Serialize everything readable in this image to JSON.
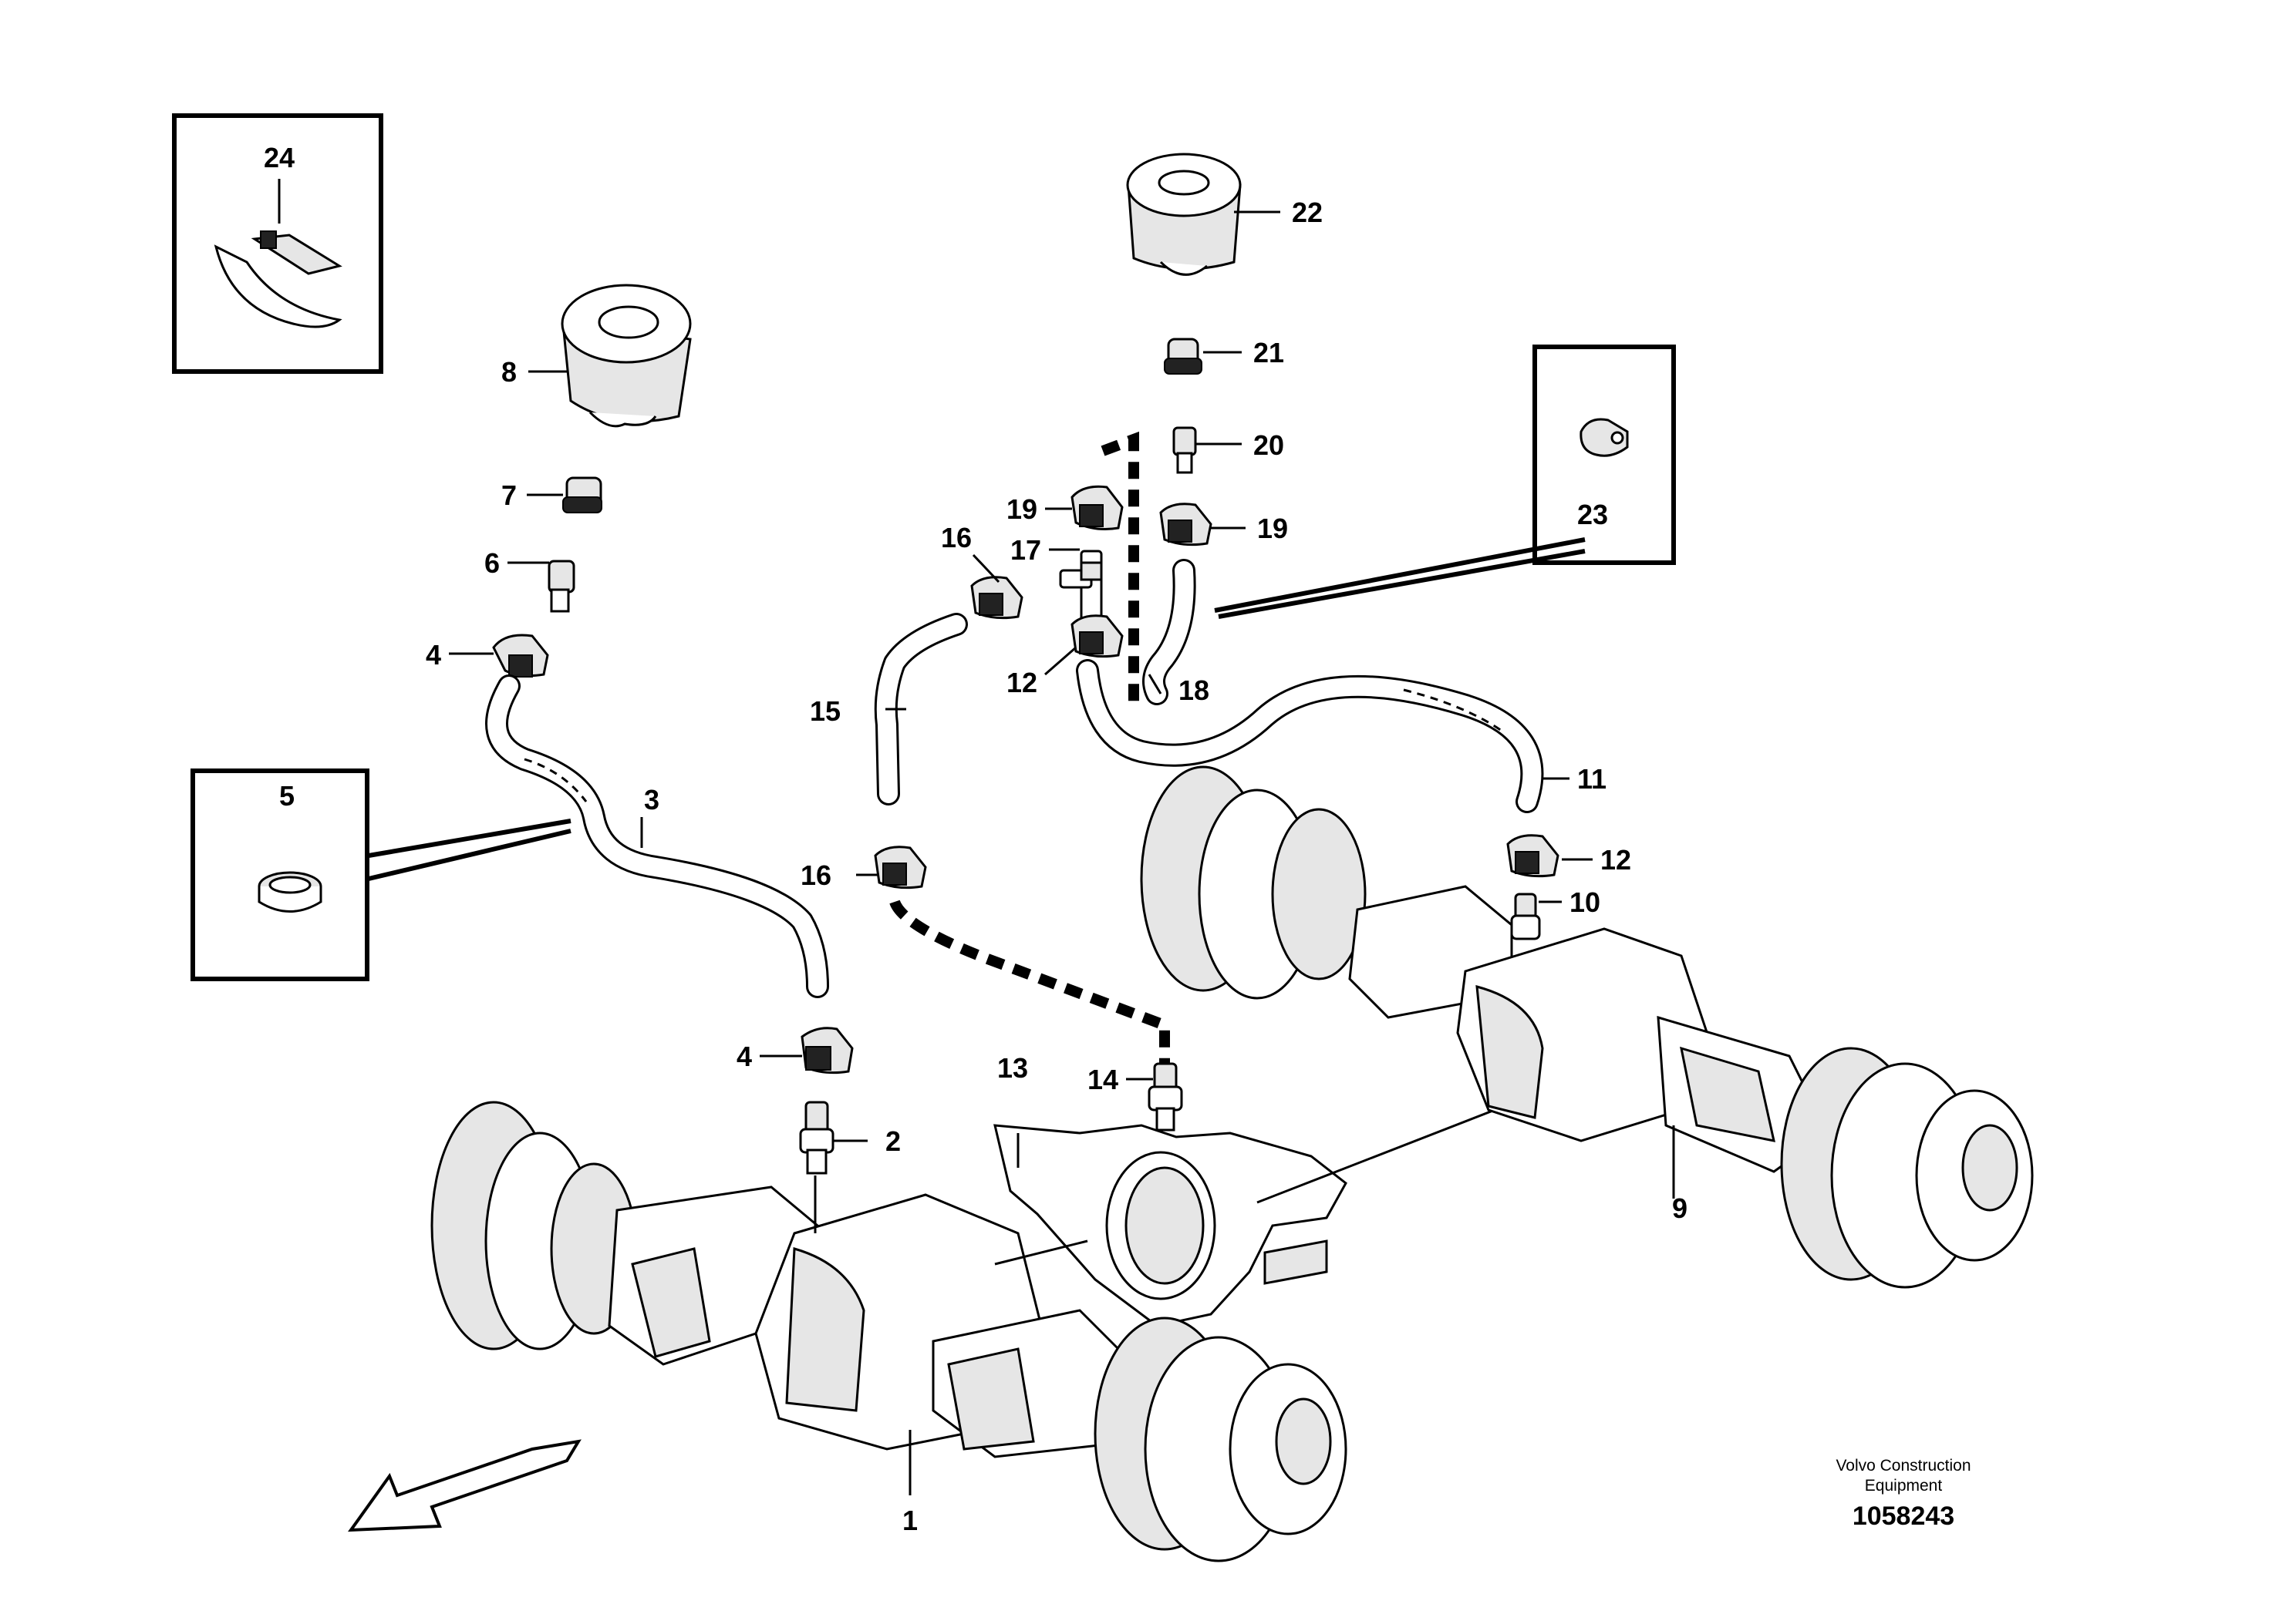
{
  "labels": {
    "l1": "1",
    "l2": "2",
    "l3": "3",
    "l4a": "4",
    "l4b": "4",
    "l5": "5",
    "l6": "6",
    "l7": "7",
    "l8": "8",
    "l9": "9",
    "l10": "10",
    "l11": "11",
    "l12a": "12",
    "l12b": "12",
    "l13": "13",
    "l14": "14",
    "l15": "15",
    "l16a": "16",
    "l16b": "16",
    "l17": "17",
    "l18": "18",
    "l19a": "19",
    "l19b": "19",
    "l20": "20",
    "l21": "21",
    "l22": "22",
    "l23": "23",
    "l24": "24"
  },
  "footer": {
    "brand_line1": "Volvo Construction",
    "brand_line2": "Equipment",
    "part_number": "1058243"
  }
}
